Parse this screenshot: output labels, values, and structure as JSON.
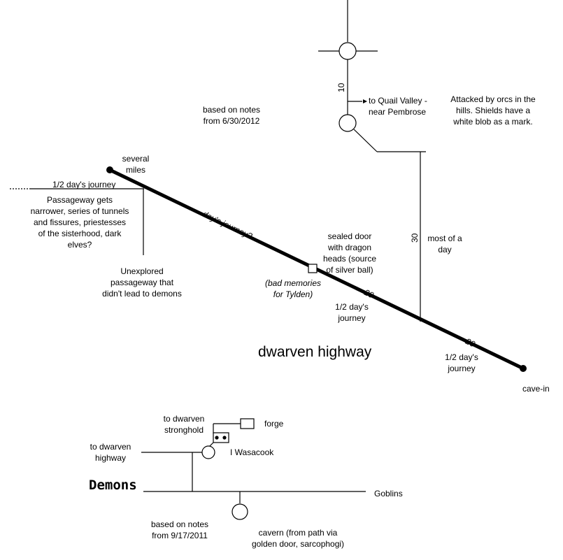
{
  "labels": {
    "notes_2012": "based on notes\nfrom  6/30/2012",
    "ten": "10",
    "quail_valley": "to Quail Valley -\nnear Pembrose",
    "orcs": "Attacked by orcs in the\nhills. Shields have a\nwhite blob as a mark.",
    "several_miles": "several\nmiles",
    "half_day_1": "1/2 day's journey",
    "passageway": "Passageway gets\nnarrower, series of tunnels\nand fissures, priestesses\nof the sisterhood, dark\nelves?",
    "days_journey_q": "day's journey?",
    "thirty": "30",
    "most_of_day": "most of a\nday",
    "sealed_door": "sealed door\nwith dragon\nheads (source\nof silver ball)",
    "unexplored": "Unexplored\npassageway that\ndidn't lead to demons",
    "bad_memories": "(bad memories\nfor Tylden)",
    "twenty_1": "20",
    "half_day_2": "1/2 day's\njourney",
    "twenty_2": "20",
    "half_day_3": "1/2 day's\njourney",
    "highway_title": "dwarven highway",
    "cave_in": "cave-in",
    "to_stronghold": "to dwarven\nstronghold",
    "forge": "forge",
    "to_highway": "to dwarven\nhighway",
    "wasacook": "I Wasacook",
    "demons": "Demons",
    "goblins": "Goblins",
    "notes_2011": "based on notes\nfrom 9/17/2011",
    "cavern": "cavern (from path via\ngolden door, sarcophogi)"
  }
}
